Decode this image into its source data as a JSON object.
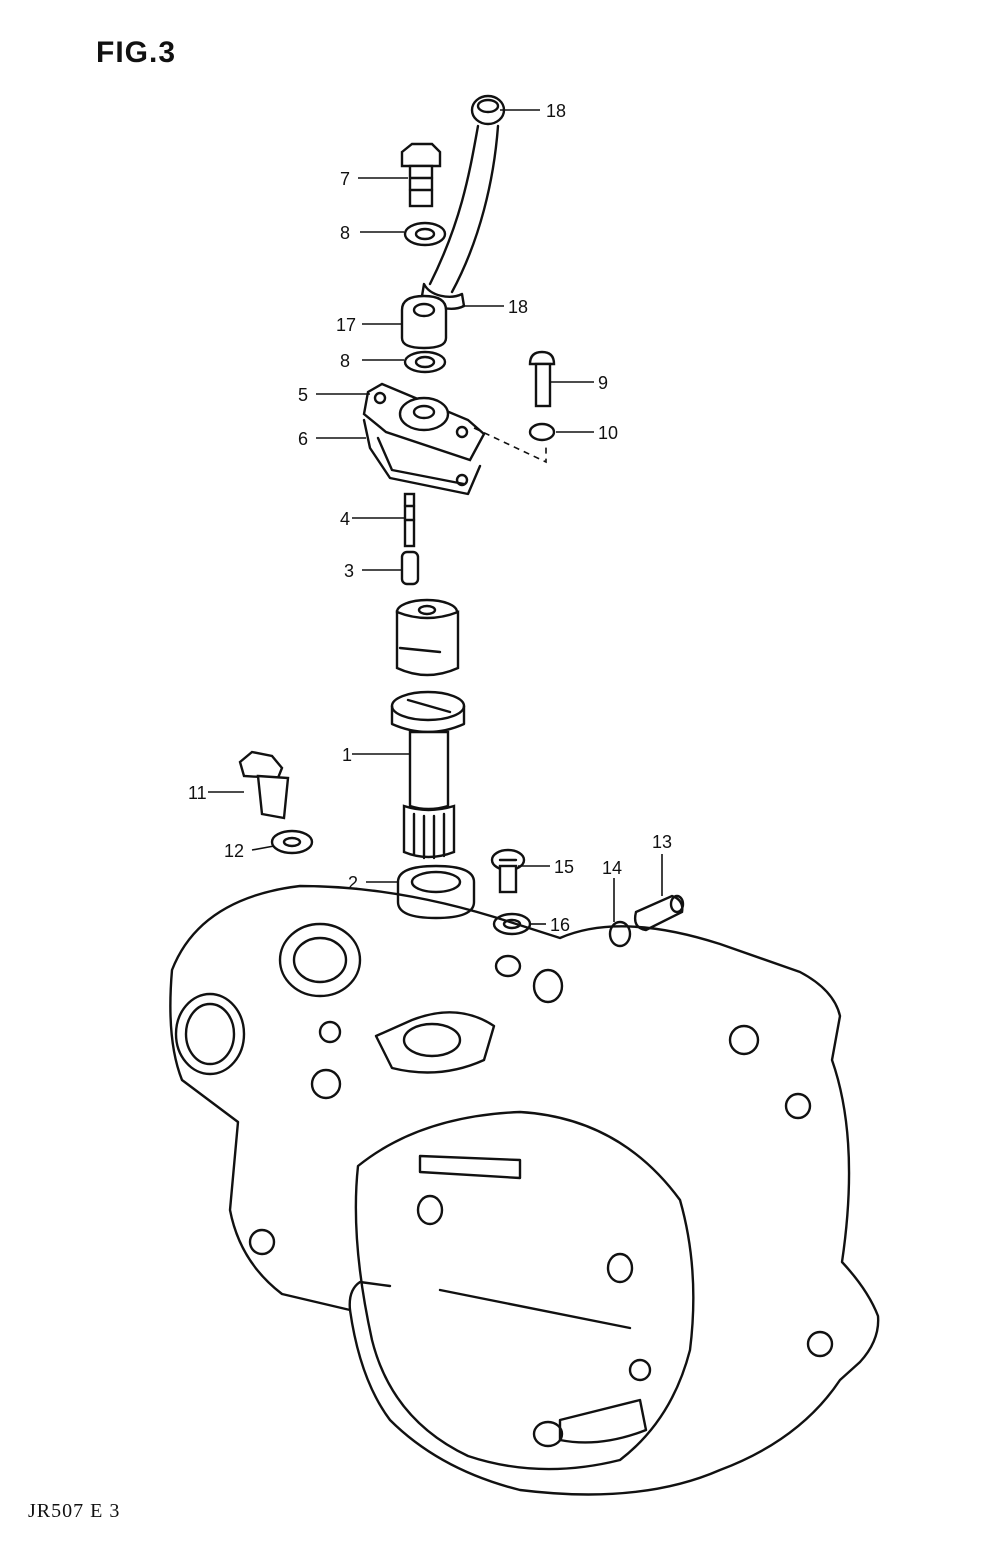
{
  "figure": {
    "title": "FIG.3",
    "code": "JR507 E 3"
  },
  "callouts": [
    {
      "id": "c18a",
      "num": "18"
    },
    {
      "id": "c7",
      "num": "7"
    },
    {
      "id": "c8a",
      "num": "8"
    },
    {
      "id": "c18b",
      "num": "18"
    },
    {
      "id": "c17",
      "num": "17"
    },
    {
      "id": "c8b",
      "num": "8"
    },
    {
      "id": "c9",
      "num": "9"
    },
    {
      "id": "c5",
      "num": "5"
    },
    {
      "id": "c10",
      "num": "10"
    },
    {
      "id": "c6",
      "num": "6"
    },
    {
      "id": "c4",
      "num": "4"
    },
    {
      "id": "c3",
      "num": "3"
    },
    {
      "id": "c1",
      "num": "1"
    },
    {
      "id": "c11",
      "num": "11"
    },
    {
      "id": "c12",
      "num": "12"
    },
    {
      "id": "c13",
      "num": "13"
    },
    {
      "id": "c14",
      "num": "14"
    },
    {
      "id": "c15",
      "num": "15"
    },
    {
      "id": "c2",
      "num": "2"
    },
    {
      "id": "c16",
      "num": "16"
    }
  ]
}
